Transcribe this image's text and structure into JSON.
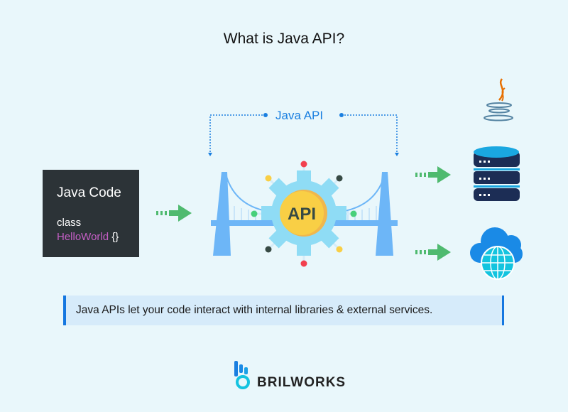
{
  "title": "What is Java API?",
  "code_box": {
    "heading": "Java Code",
    "keyword": "class",
    "class_name": "HelloWorld",
    "braces": " {}"
  },
  "api_label": "Java API",
  "gear_label": "API",
  "caption": "Java APIs let your code interact with internal libraries & external services.",
  "brand": "BRILWORKS",
  "colors": {
    "background": "#e9f7fb",
    "arrow": "#4fba6f",
    "accent": "#1577e0",
    "bridge": "#6db6f7",
    "gear": "#8fdcf5",
    "gear_center": "#f9cf45"
  }
}
